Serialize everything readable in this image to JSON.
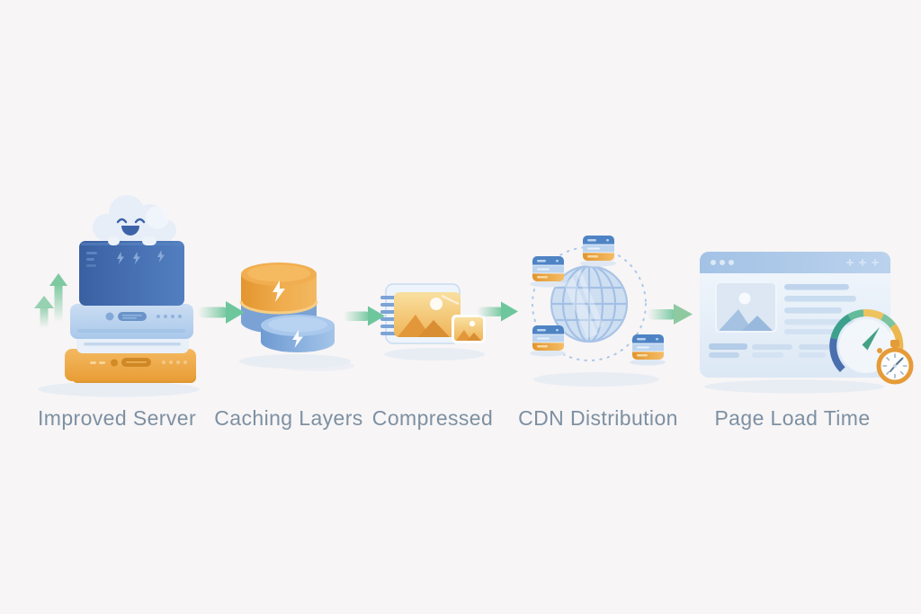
{
  "diagram": {
    "name": "website-performance-pipeline",
    "stages": [
      {
        "label": "Improved Server",
        "icon": "server-stack-cloud-icon",
        "description_elements": [
          "dark-blue-server",
          "light-blue-server",
          "white-server",
          "orange-server",
          "happy-cloud",
          "up-arrows"
        ]
      },
      {
        "label": "Caching Layers",
        "icon": "cache-cylinders-icon",
        "description_elements": [
          "orange-disk-lightning",
          "blue-disk",
          "blue-disk-lightning"
        ]
      },
      {
        "label": "Compressed",
        "icon": "compressed-image-icon",
        "description_elements": [
          "accordion-ridges",
          "large-image-card",
          "small-image-card"
        ]
      },
      {
        "label": "CDN Distribution",
        "icon": "globe-edge-nodes-icon",
        "description_elements": [
          "wireframe-globe",
          "dashed-orbit",
          "edge-server-node-top",
          "edge-server-node-left",
          "edge-server-node-bottom-left",
          "edge-server-node-bottom-right"
        ]
      },
      {
        "label": "Page Load Time",
        "icon": "browser-speedometer-stopwatch-icon",
        "description_elements": [
          "browser-window",
          "image-placeholder",
          "text-lines",
          "speedometer-gauge",
          "stopwatch"
        ]
      }
    ],
    "connectors": {
      "type": "fading-green-arrow-right",
      "count": 4,
      "direction": "left-to-right"
    }
  },
  "colors": {
    "background": "#f7f5f6",
    "label_text": "#7d90a2",
    "arrow_green": "#6ec69d",
    "server_dark_blue": "#3f68ab",
    "server_light_blue": "#b9d2ee",
    "server_orange": "#eda742",
    "cache_orange": "#efab4d",
    "cache_blue": "#86abd9",
    "image_card_yellow": "#f3c96e",
    "globe_blue": "#cfdff2",
    "browser_header_blue": "#a9c6e6",
    "gauge_teal": "#45a184",
    "gauge_gold": "#ecbf58",
    "gauge_deep_blue": "#4a6fae",
    "stopwatch_orange": "#e59b38",
    "shadow": "#e8edf4"
  }
}
